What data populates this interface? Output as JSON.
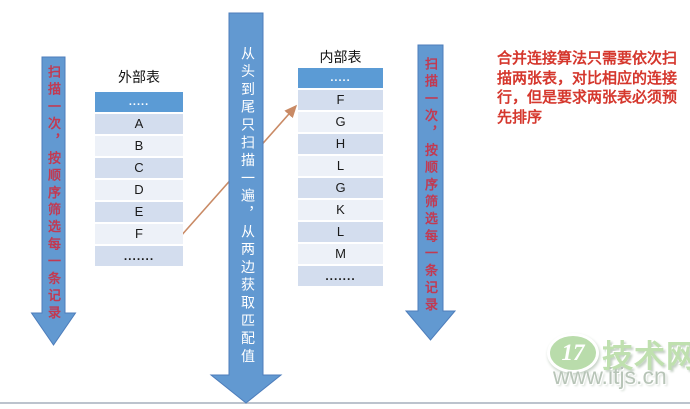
{
  "colors": {
    "arrow_blue": "#6299d1",
    "arrow_border": "#4d7dbb",
    "table_header_blue": "#5b9bd5",
    "band_dark": "#d3ddee",
    "band_light": "#edf1f8",
    "arrow_text_red": "#c23a52",
    "note_red": "#d5372d",
    "connector_orange": "#c98a65",
    "watermark_green": "#b9dcab",
    "watermark_gray": "#b7c4b7"
  },
  "outer_table": {
    "title": "外部表",
    "header": ".....",
    "rows": [
      "A",
      "B",
      "C",
      "D",
      "E",
      "F",
      "......."
    ]
  },
  "inner_table": {
    "title": "内部表",
    "header": ".....",
    "rows": [
      "F",
      "G",
      "H",
      "L",
      "G",
      "K",
      "L",
      "M",
      "......."
    ]
  },
  "arrows": {
    "left": "扫描一次，按顺序筛选每一条记录",
    "middle": "从头到尾只扫描一遍，从两边获取匹配值",
    "right": "扫描一次，按顺序筛选每一条记录"
  },
  "note": {
    "lines": [
      "合并连接算法只需要依次扫",
      "描两张表，对比相应的连接",
      "行，但是要求两张表必须预",
      "先排序"
    ]
  },
  "watermark": {
    "badge": "17",
    "site": "技术网",
    "url": "www.itjs.cn"
  }
}
